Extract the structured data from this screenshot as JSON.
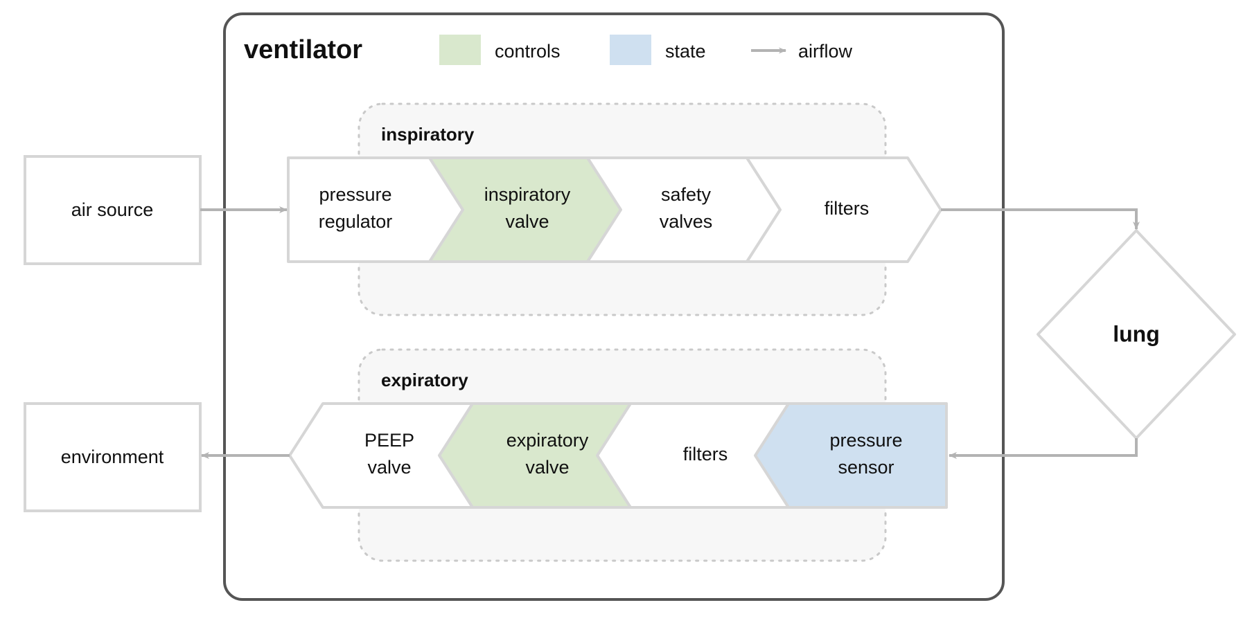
{
  "title": "ventilator",
  "legend": {
    "items": [
      {
        "label": "controls",
        "swatch": "#d9e8cd",
        "type": "swatch",
        "icon": "green-square-icon"
      },
      {
        "label": "state",
        "swatch": "#cfe0f0",
        "type": "swatch",
        "icon": "blue-square-icon"
      },
      {
        "label": "airflow",
        "swatch": "#b3b3b3",
        "type": "arrow",
        "icon": "arrow-right-icon"
      }
    ]
  },
  "colors": {
    "controls_fill": "#d9e8cd",
    "state_fill": "#cfe0f0",
    "node_stroke": "#d6d6d6",
    "arrow": "#b3b3b3",
    "container_stroke": "#555555",
    "group_fill": "#f7f7f7",
    "group_stroke": "#c9c9c9",
    "text": "#101010"
  },
  "external_nodes": [
    {
      "id": "air-source",
      "label": "air source",
      "shape": "rect"
    },
    {
      "id": "environment",
      "label": "environment",
      "shape": "rect"
    },
    {
      "id": "lung",
      "label": "lung",
      "shape": "diamond"
    }
  ],
  "groups": [
    {
      "id": "inspiratory",
      "label": "inspiratory",
      "flow": "left-to-right",
      "stages": [
        {
          "id": "pressure-regulator",
          "lines": [
            "pressure",
            "regulator"
          ],
          "category": "plain"
        },
        {
          "id": "inspiratory-valve",
          "lines": [
            "inspiratory",
            "valve"
          ],
          "category": "controls"
        },
        {
          "id": "safety-valves",
          "lines": [
            "safety",
            "valves"
          ],
          "category": "plain"
        },
        {
          "id": "filters",
          "lines": [
            "filters"
          ],
          "category": "plain"
        }
      ]
    },
    {
      "id": "expiratory",
      "label": "expiratory",
      "flow": "right-to-left",
      "stages": [
        {
          "id": "peep-valve",
          "lines": [
            "PEEP",
            "valve"
          ],
          "category": "plain"
        },
        {
          "id": "expiratory-valve",
          "lines": [
            "expiratory",
            "valve"
          ],
          "category": "controls"
        },
        {
          "id": "filters",
          "lines": [
            "filters"
          ],
          "category": "plain"
        },
        {
          "id": "pressure-sensor",
          "lines": [
            "pressure",
            "sensor"
          ],
          "category": "state"
        }
      ]
    }
  ],
  "edges": [
    {
      "id": "air-source-to-inspiratory",
      "from": "air source",
      "to": "pressure regulator",
      "kind": "airflow"
    },
    {
      "id": "inspiratory-to-lung",
      "from": "filters",
      "to": "lung",
      "kind": "airflow"
    },
    {
      "id": "lung-to-expiratory",
      "from": "lung",
      "to": "pressure sensor",
      "kind": "airflow"
    },
    {
      "id": "expiratory-to-environment",
      "from": "PEEP valve",
      "to": "environment",
      "kind": "airflow"
    }
  ]
}
